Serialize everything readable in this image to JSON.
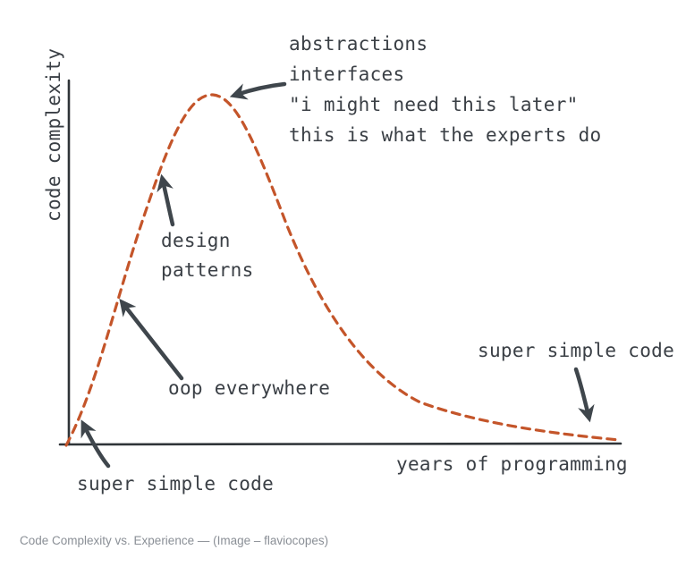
{
  "diagram": {
    "y_axis_label": "code complexity",
    "x_axis_label": "years of programming",
    "annotations": {
      "peak": [
        "abstractions",
        "interfaces",
        "\"i might need this later\"",
        "this is what the experts do"
      ],
      "design_patterns": [
        "design",
        "patterns"
      ],
      "oop": "oop everywhere",
      "start": "super simple code",
      "end": "super simple code"
    },
    "colors": {
      "curve": "#c4552a",
      "ink": "#3a3f45"
    }
  },
  "caption": "Code Complexity vs. Experience — (Image – flaviocopes)"
}
